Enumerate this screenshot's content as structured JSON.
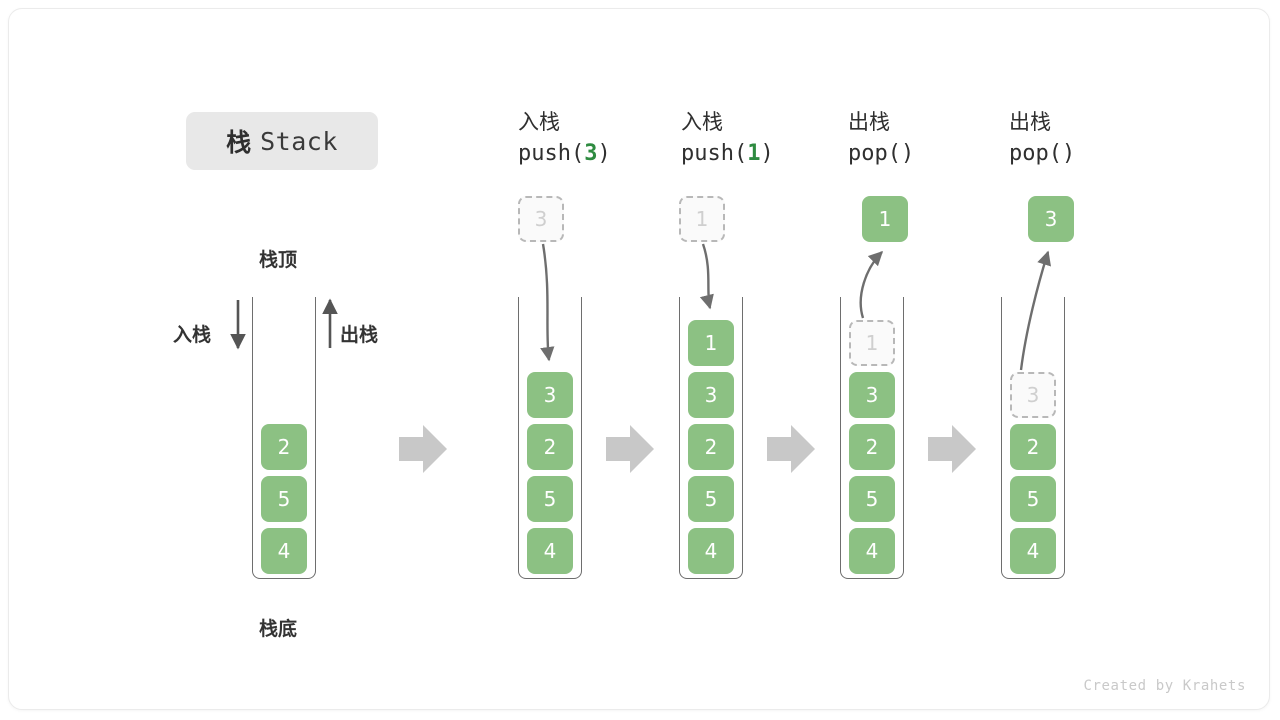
{
  "figure": {
    "title_cn": "栈",
    "title_en": "Stack",
    "credit": "Created by Krahets",
    "colors": {
      "cell_fill": "#8cc183",
      "cell_text": "#ffffff",
      "ghost_fill": "#fafafa",
      "ghost_border": "#b8b8b8",
      "ghost_text": "#cfcfcf",
      "tube_border": "#6e6e6e",
      "arrow_gray": "#c8c8c8",
      "curve_arrow": "#6e6e6e",
      "badge_bg": "#e8e8e8",
      "accent_green": "#2e8b40",
      "label_text": "#333333"
    }
  },
  "legend": {
    "top_label": "栈顶",
    "bottom_label": "栈底",
    "push_label": "入栈",
    "pop_label": "出栈"
  },
  "stacks": [
    {
      "id": "initial",
      "header_cn": "",
      "header_code": "",
      "header_arg": "",
      "cells": [
        {
          "value": "2",
          "state": "filled"
        },
        {
          "value": "5",
          "state": "filled"
        },
        {
          "value": "4",
          "state": "filled"
        }
      ],
      "external_cell": null
    },
    {
      "id": "push-3",
      "header_cn": "入栈",
      "header_code_prefix": "push(",
      "header_arg": "3",
      "header_code_suffix": ")",
      "cells": [
        {
          "value": "3",
          "state": "filled"
        },
        {
          "value": "2",
          "state": "filled"
        },
        {
          "value": "5",
          "state": "filled"
        },
        {
          "value": "4",
          "state": "filled"
        }
      ],
      "external_cell": {
        "value": "3",
        "state": "ghost"
      }
    },
    {
      "id": "push-1",
      "header_cn": "入栈",
      "header_code_prefix": "push(",
      "header_arg": "1",
      "header_code_suffix": ")",
      "cells": [
        {
          "value": "1",
          "state": "filled"
        },
        {
          "value": "3",
          "state": "filled"
        },
        {
          "value": "2",
          "state": "filled"
        },
        {
          "value": "5",
          "state": "filled"
        },
        {
          "value": "4",
          "state": "filled"
        }
      ],
      "external_cell": {
        "value": "1",
        "state": "ghost"
      }
    },
    {
      "id": "pop-1",
      "header_cn": "出栈",
      "header_code_prefix": "pop(",
      "header_arg": "",
      "header_code_suffix": ")",
      "cells": [
        {
          "value": "1",
          "state": "ghost"
        },
        {
          "value": "3",
          "state": "filled"
        },
        {
          "value": "2",
          "state": "filled"
        },
        {
          "value": "5",
          "state": "filled"
        },
        {
          "value": "4",
          "state": "filled"
        }
      ],
      "external_cell": {
        "value": "1",
        "state": "popped"
      }
    },
    {
      "id": "pop-2",
      "header_cn": "出栈",
      "header_code_prefix": "pop(",
      "header_arg": "",
      "header_code_suffix": ")",
      "cells": [
        {
          "value": "3",
          "state": "ghost"
        },
        {
          "value": "2",
          "state": "filled"
        },
        {
          "value": "5",
          "state": "filled"
        },
        {
          "value": "4",
          "state": "filled"
        }
      ],
      "external_cell": {
        "value": "3",
        "state": "popped"
      }
    }
  ]
}
